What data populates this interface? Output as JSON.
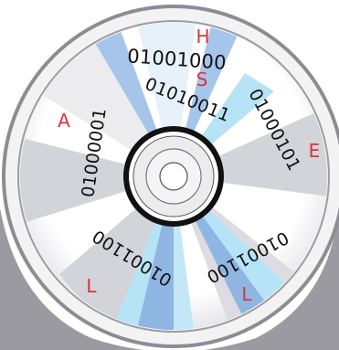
{
  "letters": {
    "h": "H",
    "s": "S",
    "a": "A",
    "e": "E",
    "l1": "L",
    "l2": "L"
  },
  "codes": {
    "h": "01001000",
    "s": "01010011",
    "a": "01000001",
    "e": "01000101",
    "l1": "01001100",
    "l2": "01001100"
  },
  "colors": {
    "letter": "#d8343a",
    "text": "#111111",
    "disc_base": "#f4f4f6",
    "grey_sector": "#d3d3da",
    "blue_sector": "#8fb6e2",
    "light_blue_sector": "#b6e3f5",
    "hub_ring": "#111111"
  }
}
